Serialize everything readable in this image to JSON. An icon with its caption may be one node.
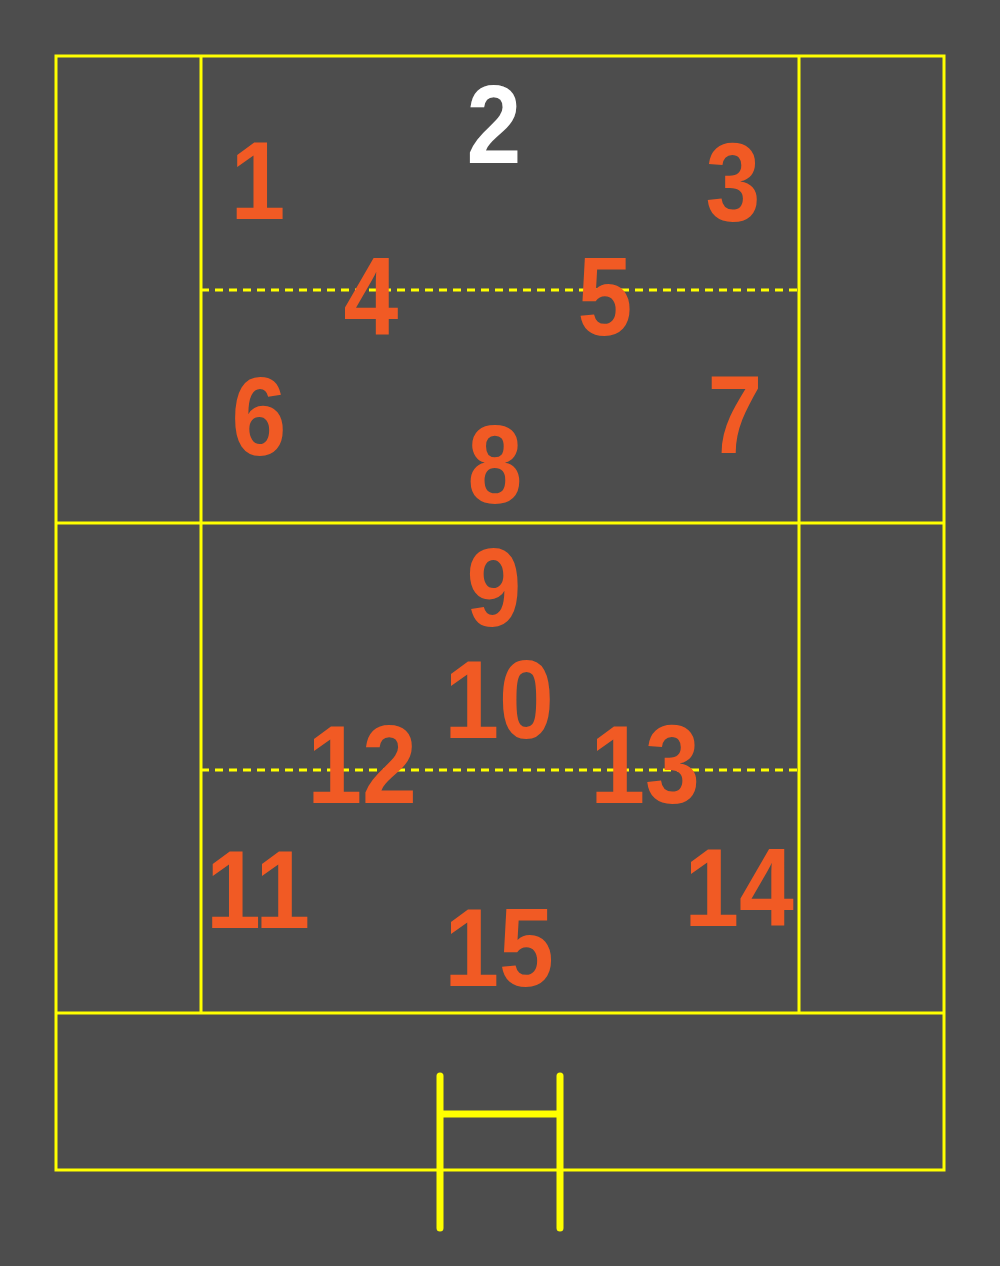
{
  "diagram": {
    "labels": [
      "2",
      "1",
      "3",
      "4",
      "5",
      "6",
      "7",
      "8",
      "9",
      "10",
      "12",
      "13",
      "11",
      "14",
      "15"
    ]
  }
}
